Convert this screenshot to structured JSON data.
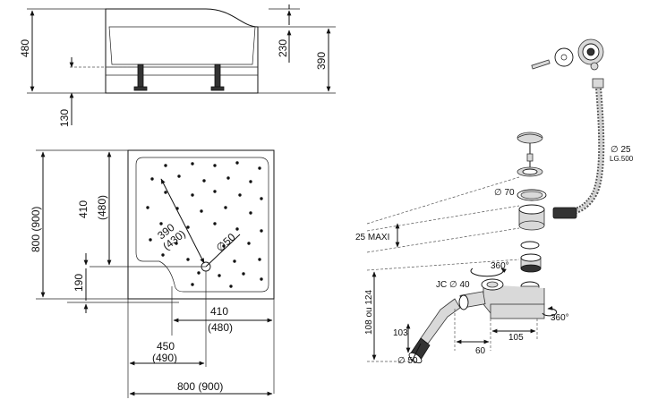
{
  "side_view": {
    "height_total": "480",
    "height_inner": "230",
    "height_outer": "390",
    "foot_height": "130"
  },
  "plan_view": {
    "depth": "800 (900)",
    "dim_410": "410",
    "dim_410_alt": "(480)",
    "dim_390": "390",
    "dim_390_alt": "(430)",
    "drain_dia": "∅50",
    "dim_190": "190",
    "dim_410_b": "410",
    "dim_410_b_alt": "(480)",
    "dim_450": "450",
    "dim_450_alt": "(490)",
    "width": "800 (900)"
  },
  "drain_kit": {
    "pipe_dia": "∅ 25",
    "pipe_length": "LG.500",
    "ring_dia": "∅ 70",
    "max_label": "25 MAXI",
    "height_range": "108 ou 124",
    "jc_label": "JC ∅ 40",
    "rot_top": "360°",
    "rot_side": "360°",
    "dim_103": "103",
    "dim_60": "60",
    "dim_105": "105",
    "outlet_dia": "∅ 50"
  },
  "colors": {
    "line": "#111111",
    "fill_grey": "#d9d9d9",
    "fill_dark": "#333333"
  }
}
